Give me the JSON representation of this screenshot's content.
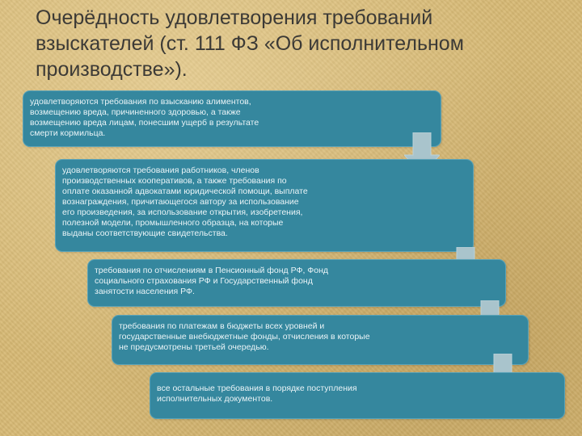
{
  "title": {
    "lines": [
      "Очерёдность удовлетворения требований",
      "взыскателей (ст. 111 ФЗ «Об исполнительном",
      "производстве»)."
    ]
  },
  "steps": [
    {
      "lines": [
        "удовлетворяются требования по взысканию алиментов,",
        "возмещению вреда, причиненного здоровью, а также",
        "возмещению вреда лицам, понесшим ущерб в результате",
        "смерти кормильца."
      ]
    },
    {
      "lines": [
        "удовлетворяются требования работников, членов",
        "производственных кооперативов, а также требования по",
        "оплате оказанной адвокатами юридической помощи, выплате",
        "вознаграждения, причитающегося автору за использование",
        "его произведения, за использование открытия, изобретения,",
        "полезной модели, промышленного образца, на которые",
        "выданы соответствующие свидетельства."
      ]
    },
    {
      "lines": [
        "требования по отчислениям в Пенсионный фонд РФ, Фонд",
        "социального страхования РФ и Государственный фонд",
        "занятости населения РФ."
      ]
    },
    {
      "lines": [
        "требования по платежам в бюджеты всех уровней и",
        "государственные внебюджетные фонды, отчисления в которые",
        "не предусмотрены третьей очередью."
      ]
    },
    {
      "lines": [
        "все остальные требования в порядке поступления",
        "исполнительных документов."
      ]
    }
  ],
  "colors": {
    "box": "#35879e",
    "arrow": "#a9c4cc",
    "text": "#eaf4f7",
    "title": "#3c3a36"
  }
}
